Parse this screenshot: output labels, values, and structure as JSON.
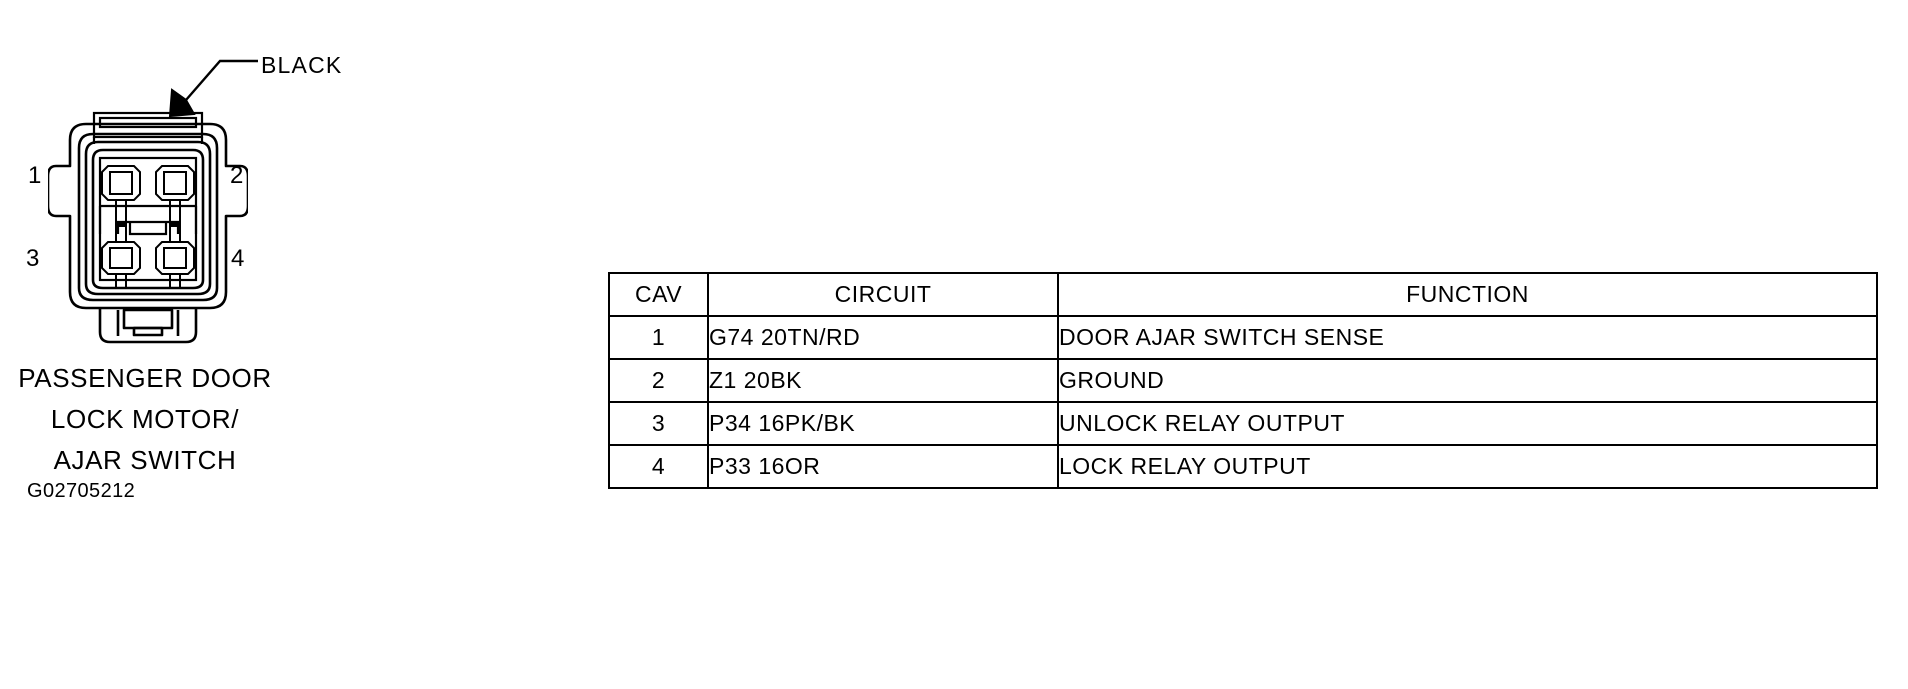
{
  "figure": {
    "callout_label": "BLACK",
    "pin_numbers": [
      "1",
      "2",
      "3",
      "4"
    ],
    "caption_lines": [
      "PASSENGER DOOR",
      "LOCK MOTOR/",
      "AJAR SWITCH"
    ],
    "connector_id": "G02705212"
  },
  "table": {
    "headers": {
      "cav": "CAV",
      "circuit": "CIRCUIT",
      "function": "FUNCTION"
    },
    "rows": [
      {
        "cav": "1",
        "circuit": "G74 20TN/RD",
        "function": "DOOR AJAR SWITCH SENSE"
      },
      {
        "cav": "2",
        "circuit": "Z1 20BK",
        "function": "GROUND"
      },
      {
        "cav": "3",
        "circuit": "P34 16PK/BK",
        "function": "UNLOCK RELAY OUTPUT"
      },
      {
        "cav": "4",
        "circuit": "P33 16OR",
        "function": "LOCK RELAY OUTPUT"
      }
    ]
  },
  "colors": {
    "ink": "#000000",
    "paper": "#ffffff"
  }
}
